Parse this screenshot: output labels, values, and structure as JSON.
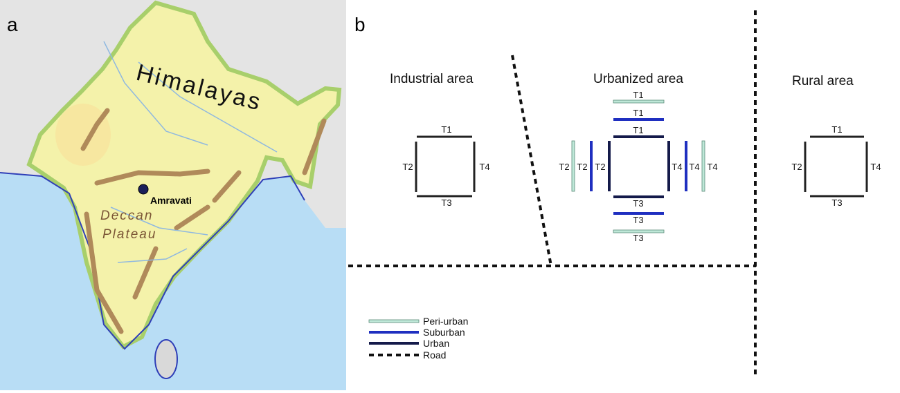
{
  "panel_a": {
    "letter": "a",
    "labels": {
      "himalayas": "Himalayas",
      "amravati": "Amravati",
      "deccan": "Deccan",
      "plateau": "Plateau"
    }
  },
  "panel_b": {
    "letter": "b",
    "areas": {
      "industrial": "Industrial area",
      "urbanized": "Urbanized area",
      "rural": "Rural area"
    },
    "transects": {
      "T1": "T1",
      "T2": "T2",
      "T3": "T3",
      "T4": "T4"
    },
    "legend": [
      {
        "label": "Peri-urban",
        "color": "#bfe8d8"
      },
      {
        "label": "Suburban",
        "color": "#1f2fc0"
      },
      {
        "label": "Urban",
        "color": "#141a4a"
      },
      {
        "label": "Road",
        "color": "#111111"
      }
    ]
  }
}
